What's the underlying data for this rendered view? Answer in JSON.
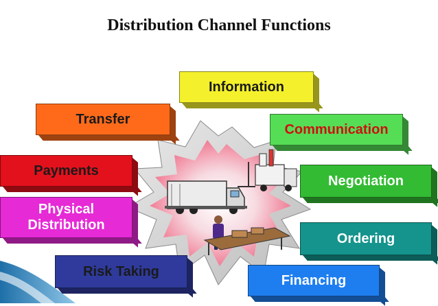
{
  "title": "Distribution Channel Functions",
  "functions": [
    {
      "id": "information",
      "label": "Information",
      "bg": "#f4f12c",
      "fg": "#1a1a1a"
    },
    {
      "id": "transfer",
      "label": "Transfer",
      "bg": "#ff6a1a",
      "fg": "#1a1a1a"
    },
    {
      "id": "communication",
      "label": "Communication",
      "bg": "#55dd55",
      "fg": "#cc1111"
    },
    {
      "id": "payments",
      "label": "Payments",
      "bg": "#e3111c",
      "fg": "#1a1a1a"
    },
    {
      "id": "negotiation",
      "label": "Negotiation",
      "bg": "#33bb33",
      "fg": "#ffffff"
    },
    {
      "id": "physical-distribution",
      "label": "Physical Distribution",
      "bg": "#e62ad6",
      "fg": "#ffffff"
    },
    {
      "id": "ordering",
      "label": "Ordering",
      "bg": "#14948c",
      "fg": "#ffffff"
    },
    {
      "id": "risk-taking",
      "label": "Risk Taking",
      "bg": "#2f3a9c",
      "fg": "#1a1a1a"
    },
    {
      "id": "financing",
      "label": "Financing",
      "bg": "#1e7ef0",
      "fg": "#ffffff"
    }
  ]
}
